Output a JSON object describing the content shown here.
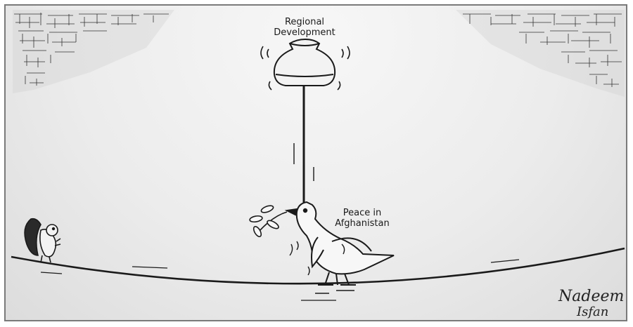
{
  "cartoon": {
    "labels": {
      "pot_line1": "Regional",
      "pot_line2": "Development",
      "dove_line1": "Peace in",
      "dove_line2": "Afghanistan"
    },
    "signature": {
      "line1": "Nadeem",
      "line2": "Isfan"
    },
    "colors": {
      "ink": "#1a1a1a",
      "background": "#ececec",
      "frame": "#7a7a7a"
    }
  }
}
